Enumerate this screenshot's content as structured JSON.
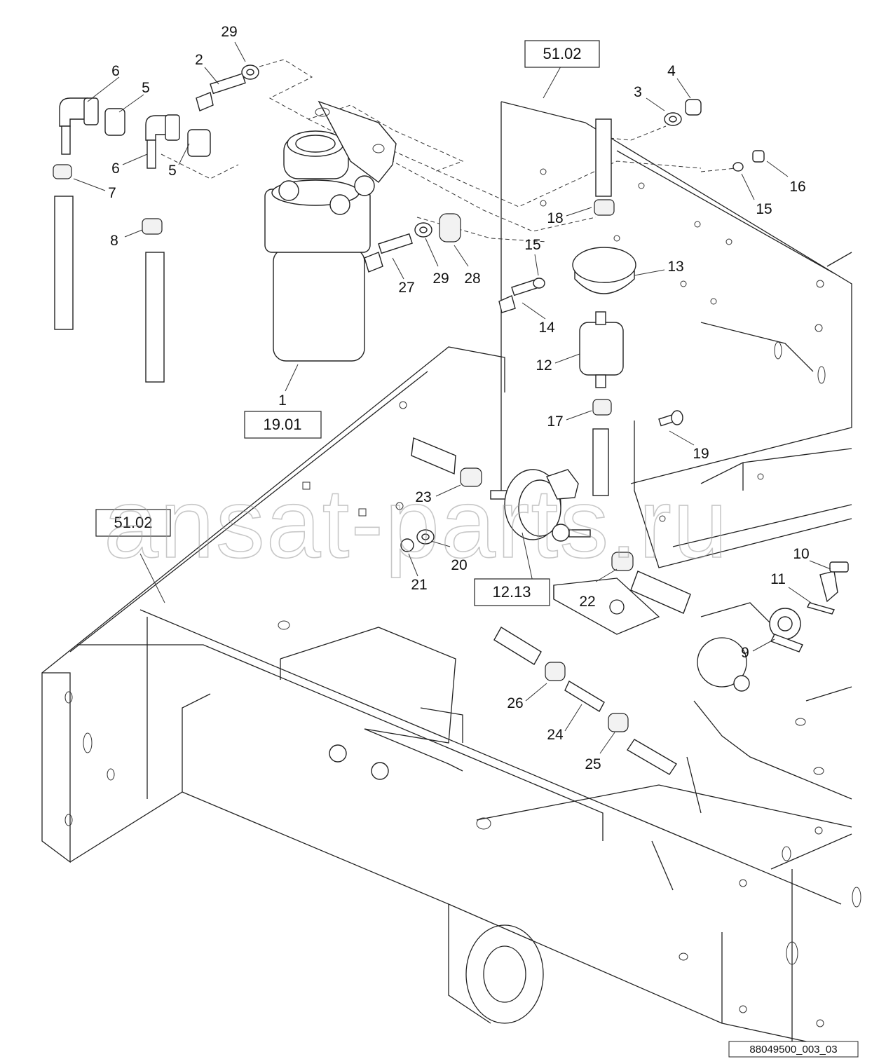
{
  "callouts": [
    {
      "id": "c2",
      "text": "2"
    },
    {
      "id": "c29a",
      "text": "29"
    },
    {
      "id": "c6a",
      "text": "6"
    },
    {
      "id": "c5a",
      "text": "5"
    },
    {
      "id": "c6b",
      "text": "6"
    },
    {
      "id": "c5b",
      "text": "5"
    },
    {
      "id": "c7",
      "text": "7"
    },
    {
      "id": "c8",
      "text": "8"
    },
    {
      "id": "c1",
      "text": "1"
    },
    {
      "id": "c27",
      "text": "27"
    },
    {
      "id": "c29b",
      "text": "29"
    },
    {
      "id": "c28",
      "text": "28"
    },
    {
      "id": "c4",
      "text": "4"
    },
    {
      "id": "c3",
      "text": "3"
    },
    {
      "id": "c16",
      "text": "16"
    },
    {
      "id": "c15a",
      "text": "15"
    },
    {
      "id": "c18",
      "text": "18"
    },
    {
      "id": "c15b",
      "text": "15"
    },
    {
      "id": "c13",
      "text": "13"
    },
    {
      "id": "c14",
      "text": "14"
    },
    {
      "id": "c12",
      "text": "12"
    },
    {
      "id": "c17",
      "text": "17"
    },
    {
      "id": "c19",
      "text": "19"
    },
    {
      "id": "c23",
      "text": "23"
    },
    {
      "id": "c20",
      "text": "20"
    },
    {
      "id": "c21",
      "text": "21"
    },
    {
      "id": "c22",
      "text": "22"
    },
    {
      "id": "c10",
      "text": "10"
    },
    {
      "id": "c11",
      "text": "11"
    },
    {
      "id": "c9",
      "text": "9"
    },
    {
      "id": "c26",
      "text": "26"
    },
    {
      "id": "c24",
      "text": "24"
    },
    {
      "id": "c25",
      "text": "25"
    }
  ],
  "ref_boxes": [
    {
      "id": "r5102top",
      "text": "51.02"
    },
    {
      "id": "r1901",
      "text": "19.01"
    },
    {
      "id": "r5102left",
      "text": "51.02"
    },
    {
      "id": "r1213",
      "text": "12.13"
    }
  ],
  "watermark": "ansat-parts.ru",
  "doc_id": "88049500_003_03"
}
